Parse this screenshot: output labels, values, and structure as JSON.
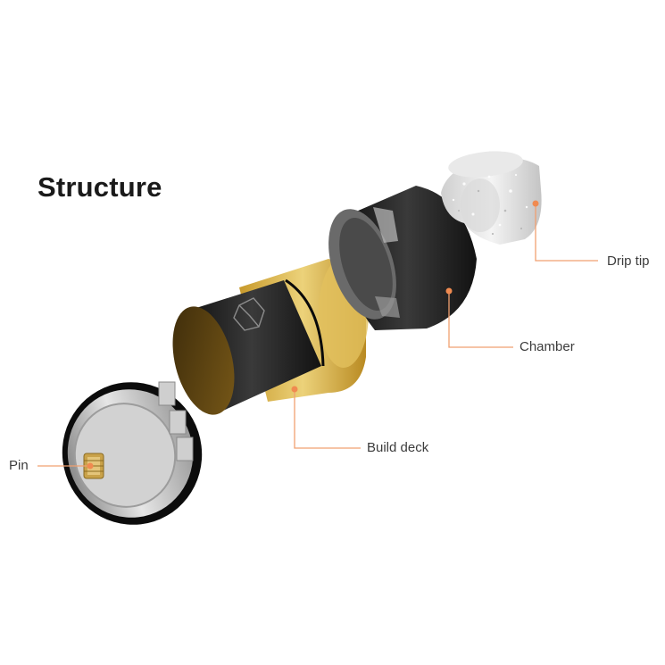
{
  "title": "Structure",
  "callouts": {
    "drip_tip": "Drip tip",
    "chamber": "Chamber",
    "build_deck": "Build deck",
    "pin": "Pin"
  },
  "colors": {
    "leader_line": "#f0a070",
    "leader_dot": "#f08a50",
    "metal_black": "#1f1f1f",
    "amber": "#d9b54a",
    "steel": "#b8b8b8"
  }
}
